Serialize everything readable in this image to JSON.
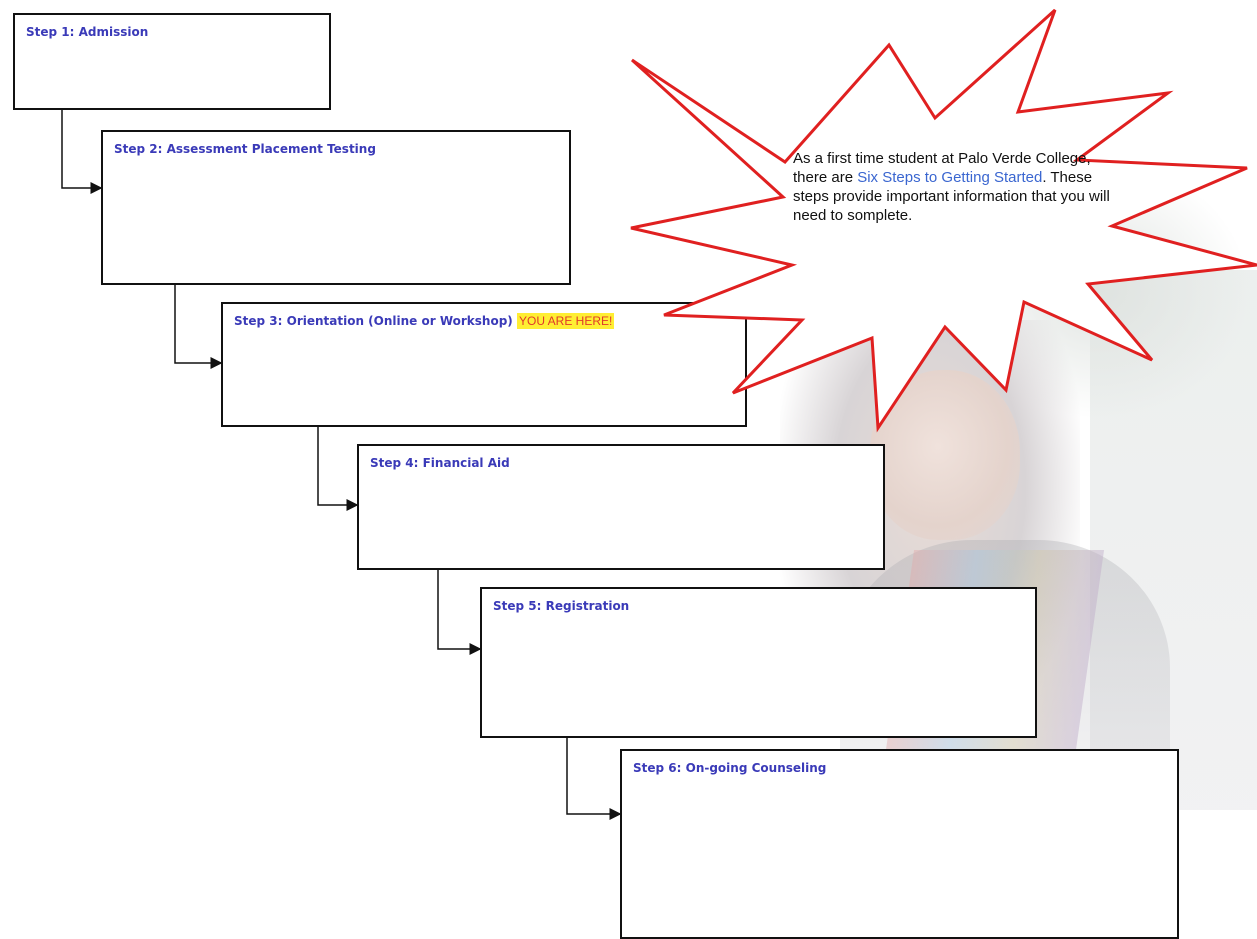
{
  "steps": [
    {
      "label": "Step 1: Admission"
    },
    {
      "label": "Step 2: Assessment Placement Testing"
    },
    {
      "label": "Step 3: Orientation (Online or Workshop)",
      "badge": "YOU ARE HERE!"
    },
    {
      "label": "Step 4: Financial Aid"
    },
    {
      "label": "Step 5: Registration"
    },
    {
      "label": "Step 6: On-going Counseling"
    }
  ],
  "callout": {
    "before": "As a first time student at Palo Verde College, there are ",
    "highlight": "Six Steps to Getting Started",
    "after": ". These steps provide important information that you will need to somplete."
  },
  "colors": {
    "step_title": "#3a3ab8",
    "badge_bg": "#ffee33",
    "badge_text": "#e03a2a",
    "callout_highlight": "#3a66d0",
    "star_outline": "#e02020"
  }
}
